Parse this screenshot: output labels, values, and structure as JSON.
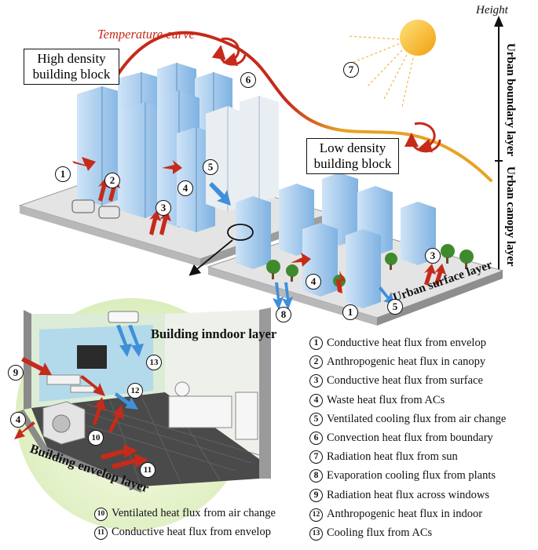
{
  "labels": {
    "temperature_curve": "Temperature curve",
    "height": "Height",
    "high_density": [
      "High density",
      "building block"
    ],
    "low_density": [
      "Low density",
      "building block"
    ],
    "urban_boundary": [
      "Urban boundary",
      "layer"
    ],
    "urban_canopy": [
      "Urban canopy",
      "layer"
    ],
    "urban_surface": "Urban surface layer",
    "building_indoor": "Building inndoor layer",
    "building_envelop": "Building envelop layer"
  },
  "badges": [
    "1",
    "2",
    "3",
    "4",
    "5",
    "6",
    "7",
    "8",
    "9",
    "10",
    "11",
    "12",
    "13"
  ],
  "legend_right": [
    {
      "num": "1",
      "text": "Conductive heat flux from envelop"
    },
    {
      "num": "2",
      "text": "Anthropogenic heat flux in canopy"
    },
    {
      "num": "3",
      "text": "Conductive heat flux from surface"
    },
    {
      "num": "4",
      "text": "Waste heat flux from ACs"
    },
    {
      "num": "5",
      "text": "Ventilated cooling flux from air change"
    },
    {
      "num": "6",
      "text": "Convection heat flux from boundary"
    },
    {
      "num": "7",
      "text": "Radiation heat flux from sun"
    },
    {
      "num": "8",
      "text": "Evaporation cooling flux from plants"
    },
    {
      "num": "9",
      "text": "Radiation heat flux across windows"
    },
    {
      "num": "12",
      "text": "Anthropogenic heat flux in indoor"
    },
    {
      "num": "13",
      "text": "Cooling flux from ACs"
    }
  ],
  "legend_bottom": [
    {
      "num": "10",
      "text": "Ventilated heat flux from air change"
    },
    {
      "num": "11",
      "text": "Conductive heat flux from envelop"
    }
  ],
  "colors": {
    "hot_arrow": "#c62a1a",
    "cool_arrow": "#3f8fd9",
    "curve_hot": "#c62a1a",
    "curve_warm": "#e8a225",
    "building": "#9cc6ec",
    "sun": "#f5b81c"
  }
}
